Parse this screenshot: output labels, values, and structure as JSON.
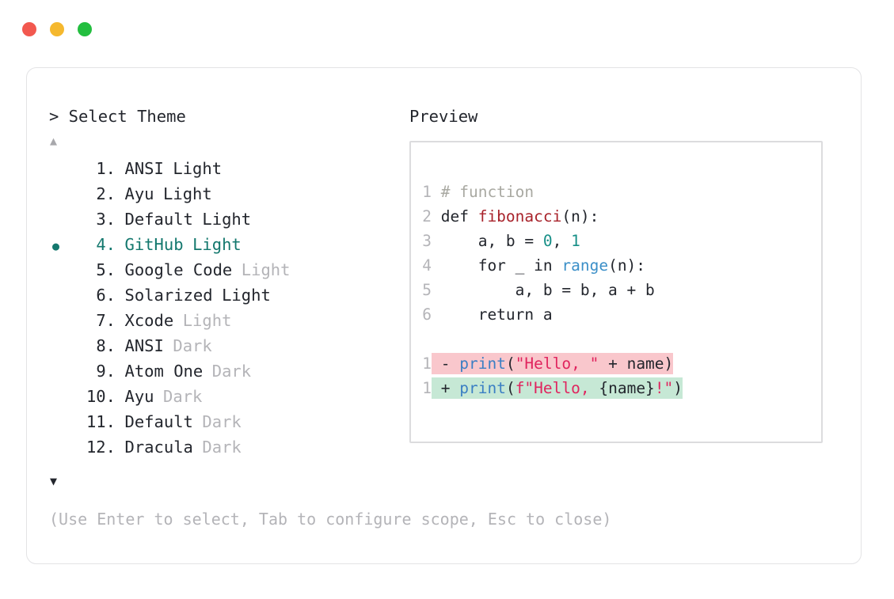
{
  "window": {
    "traffic_lights": [
      {
        "name": "close",
        "color": "#f2584f"
      },
      {
        "name": "minimize",
        "color": "#f5b82e"
      },
      {
        "name": "maximize",
        "color": "#23be3f"
      }
    ]
  },
  "left_pane": {
    "prompt": "> Select Theme",
    "scroll_up_arrow": "▲",
    "scroll_down_arrow": "▼",
    "scroll_up_enabled": false,
    "scroll_down_enabled": true,
    "selected_index": 4,
    "bullet": "●",
    "items": [
      {
        "index": "1.",
        "name": "ANSI",
        "suffix": "Light",
        "suffix_dim": false,
        "selected": false
      },
      {
        "index": "2.",
        "name": "Ayu",
        "suffix": "Light",
        "suffix_dim": false,
        "selected": false
      },
      {
        "index": "3.",
        "name": "Default",
        "suffix": "Light",
        "suffix_dim": false,
        "selected": false
      },
      {
        "index": "4.",
        "name": "GitHub",
        "suffix": "Light",
        "suffix_dim": false,
        "selected": true
      },
      {
        "index": "5.",
        "name": "Google Code",
        "suffix": "Light",
        "suffix_dim": true,
        "selected": false
      },
      {
        "index": "6.",
        "name": "Solarized",
        "suffix": "Light",
        "suffix_dim": false,
        "selected": false
      },
      {
        "index": "7.",
        "name": "Xcode",
        "suffix": "Light",
        "suffix_dim": true,
        "selected": false
      },
      {
        "index": "8.",
        "name": "ANSI",
        "suffix": "Dark",
        "suffix_dim": true,
        "selected": false
      },
      {
        "index": "9.",
        "name": "Atom One",
        "suffix": "Dark",
        "suffix_dim": true,
        "selected": false
      },
      {
        "index": "10.",
        "name": "Ayu",
        "suffix": "Dark",
        "suffix_dim": true,
        "selected": false
      },
      {
        "index": "11.",
        "name": "Default",
        "suffix": "Dark",
        "suffix_dim": true,
        "selected": false
      },
      {
        "index": "12.",
        "name": "Dracula",
        "suffix": "Dark",
        "suffix_dim": true,
        "selected": false
      }
    ]
  },
  "right_pane": {
    "heading": "Preview",
    "code_lines": [
      {
        "num": "1",
        "tokens": [
          {
            "t": " # function",
            "c": "comment"
          }
        ]
      },
      {
        "num": "2",
        "tokens": [
          {
            "t": " def ",
            "c": "plain"
          },
          {
            "t": "fibonacci",
            "c": "func"
          },
          {
            "t": "(n):",
            "c": "plain"
          }
        ]
      },
      {
        "num": "3",
        "tokens": [
          {
            "t": "     a, b = ",
            "c": "plain"
          },
          {
            "t": "0",
            "c": "num"
          },
          {
            "t": ", ",
            "c": "plain"
          },
          {
            "t": "1",
            "c": "num"
          }
        ]
      },
      {
        "num": "4",
        "tokens": [
          {
            "t": "     for _ in ",
            "c": "plain"
          },
          {
            "t": "range",
            "c": "builtin"
          },
          {
            "t": "(n):",
            "c": "plain"
          }
        ]
      },
      {
        "num": "5",
        "tokens": [
          {
            "t": "         a, b = b, a + b",
            "c": "plain"
          }
        ]
      },
      {
        "num": "6",
        "tokens": [
          {
            "t": "     return a",
            "c": "plain"
          }
        ]
      }
    ],
    "diff_lines": [
      {
        "num": "1",
        "kind": "del",
        "sign": " - ",
        "tokens": [
          {
            "t": "print",
            "c": "kw"
          },
          {
            "t": "(",
            "c": "plain"
          },
          {
            "t": "\"Hello, \"",
            "c": "str"
          },
          {
            "t": " + name)",
            "c": "plain"
          }
        ]
      },
      {
        "num": "1",
        "kind": "add",
        "sign": " + ",
        "tokens": [
          {
            "t": "print",
            "c": "kw"
          },
          {
            "t": "(",
            "c": "plain"
          },
          {
            "t": "f\"Hello, ",
            "c": "str"
          },
          {
            "t": "{name}",
            "c": "plain"
          },
          {
            "t": "!\"",
            "c": "str"
          },
          {
            "t": ")",
            "c": "plain"
          }
        ]
      }
    ]
  },
  "footer": {
    "hint": "(Use Enter to select, Tab to configure scope, Esc to close)"
  },
  "colors": {
    "accent_teal": "#14786e",
    "text": "#23262d",
    "dim": "#b4b4b8",
    "diff_del_bg": "#f9c7cc",
    "diff_add_bg": "#c6e8d5",
    "card_border": "#e3e3e5",
    "preview_border": "#dcdcde"
  }
}
